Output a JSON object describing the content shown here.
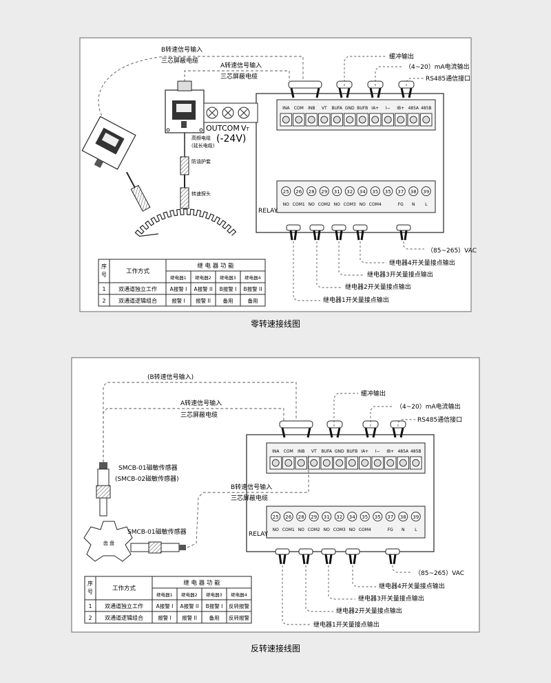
{
  "colors": {
    "background": "#ececec",
    "panel": "#ffffff",
    "line": "#222222",
    "dash": "#555555"
  },
  "diagram1": {
    "caption": "零转速接线图",
    "cable_b": "B转速信号输入",
    "cable_b_sub": "三芯屏蔽电缆",
    "cable_a": "A转速信号输入",
    "cable_a_sub": "三芯屏蔽电缆",
    "buffer_out": "缓冲输出",
    "current_out": "（4~20）mA电流输出",
    "rs485": "RS485通信接口",
    "out_labels": [
      "OUT",
      "COM",
      "V"
    ],
    "vt_sub": "T",
    "voltage": "(-24V)",
    "hf_cable": "高频电缆",
    "hf_cable_sub": "(延长电缆)",
    "protect_sleeve": "防油护套",
    "probe": "转速探头",
    "relay": "RELAY",
    "vac": "（85~265）VAC",
    "relay_outputs": [
      "继电器4开关量接点输出",
      "继电器3开关量接点输出",
      "继电器2开关量接点输出",
      "继电器1开关量接点输出"
    ],
    "table": {
      "h_no": "序号",
      "h_mode": "工作方式",
      "h_func": "继 电 器 功 能",
      "sub": [
        "继电器1",
        "继电器2",
        "继电器3",
        "继电器4"
      ],
      "rows": [
        {
          "no": "1",
          "mode": "双通道独立工作",
          "cells": [
            "A报警 I",
            "A报警 II",
            "B报警 I",
            "B报警 II"
          ]
        },
        {
          "no": "2",
          "mode": "双通道逻辑组合",
          "cells": [
            "报警 I",
            "报警 II",
            "备用",
            "备用"
          ]
        }
      ]
    }
  },
  "diagram2": {
    "caption": "反转速接线图",
    "cable_b_top": "(B转速信号输入)",
    "cable_a": "A转速信号输入",
    "cable_a_sub": "三芯屏蔽电缆",
    "cable_b": "B转速信号输入",
    "cable_b_sub": "三芯屏蔽电缆",
    "buffer_out": "缓冲输出",
    "current_out": "（4~20）mA电流输出",
    "rs485": "RS485通信接口",
    "sensor1": "SMCB-01磁敏传感器",
    "sensor1_alt": "(SMCB-02磁敏传感器)",
    "sensor2": "SMCB-01磁敏传感器",
    "gear": "齿 盘",
    "relay": "RELAY",
    "vac": "（85~265）VAC",
    "relay_outputs": [
      "继电器4开关量接点输出",
      "继电器3开关量接点输出",
      "继电器2开关量接点输出",
      "继电器1开关量接点输出"
    ],
    "table": {
      "h_no": "序号",
      "h_mode": "工作方式",
      "h_func": "继 电 器 功 能",
      "sub": [
        "继电器1",
        "继电器2",
        "继电器3",
        "继电器4"
      ],
      "rows": [
        {
          "no": "1",
          "mode": "双通道独立工作",
          "cells": [
            "A报警 I",
            "A报警 II",
            "B报警 I",
            "反转报警"
          ]
        },
        {
          "no": "2",
          "mode": "双通道逻辑组合",
          "cells": [
            "报警 I",
            "报警 II",
            "备用",
            "反转报警"
          ]
        }
      ]
    }
  },
  "terminals": {
    "top_labels": [
      "INA",
      "COM",
      "INB",
      "VT",
      "BUFA",
      "GND",
      "BUFB",
      "IA+",
      "I−",
      "IB+",
      "485A",
      "485B"
    ],
    "bottom_numbers": [
      "25",
      "26",
      "28",
      "29",
      "31",
      "32",
      "34",
      "35",
      "35",
      "37",
      "38",
      "39"
    ],
    "bottom_labels": [
      "NO",
      "COM1",
      "NO",
      "COM2",
      "NO",
      "COM3",
      "NO",
      "COM4",
      "",
      "FG",
      "N",
      "L"
    ]
  }
}
